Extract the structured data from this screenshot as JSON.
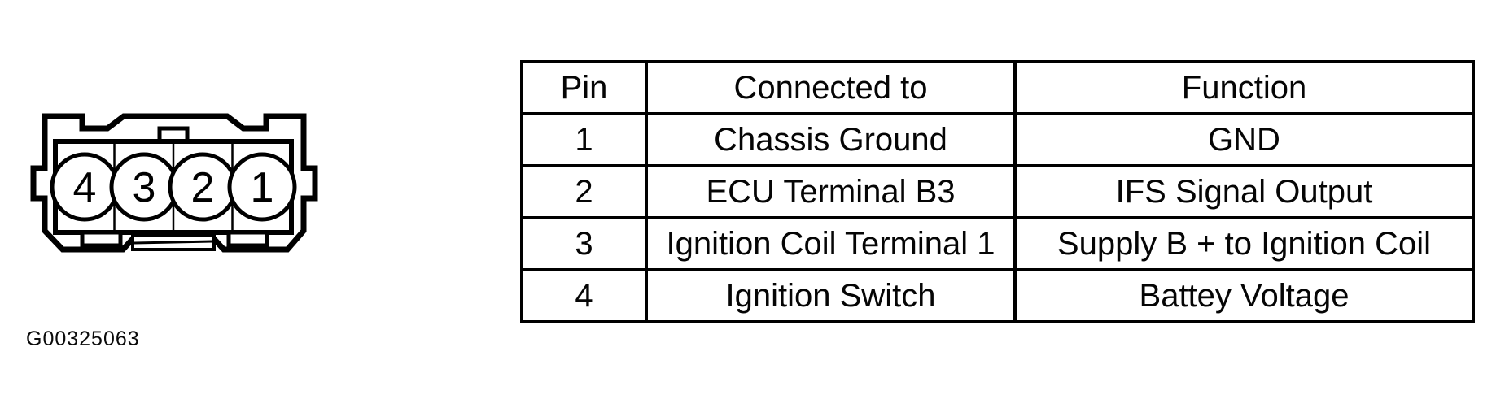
{
  "figure_code": "G00325063",
  "connector": {
    "pins": [
      "4",
      "3",
      "2",
      "1"
    ]
  },
  "table": {
    "headers": [
      "Pin",
      "Connected to",
      "Function"
    ],
    "rows": [
      [
        "1",
        "Chassis Ground",
        "GND"
      ],
      [
        "2",
        "ECU Terminal B3",
        "IFS Signal Output"
      ],
      [
        "3",
        "Ignition Coil Terminal 1",
        "Supply B + to Ignition Coil"
      ],
      [
        "4",
        "Ignition Switch",
        "Battey Voltage"
      ]
    ]
  },
  "colors": {
    "ink": "#000000",
    "paper": "#ffffff"
  }
}
